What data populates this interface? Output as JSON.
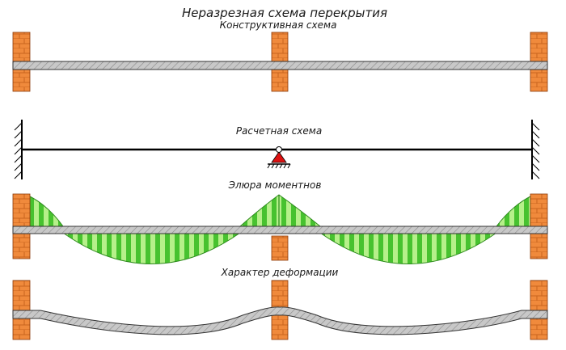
{
  "main_title": "Неразрезная схема перекрытия",
  "sections": {
    "structural": "Конструктивная схема",
    "design": "Расчетная схема",
    "moments": "Элюра моментнов",
    "deformation": "Характер деформации"
  },
  "colors": {
    "brick": "#f08a3c",
    "brick_mortar": "#c8641e",
    "slab_fill": "#c8c8c8",
    "slab_hatch": "#7a7a7a",
    "moment_dark": "#47c22f",
    "moment_light": "#b6f08a",
    "support": "#dd1111",
    "line": "#000000"
  },
  "icons": {
    "fixed_support": "hatched-wall-icon",
    "pin_support": "triangle-pin-icon"
  }
}
